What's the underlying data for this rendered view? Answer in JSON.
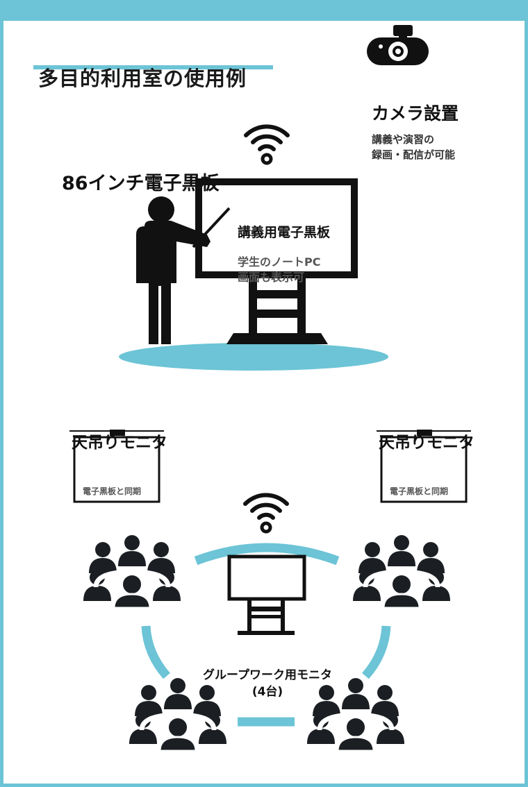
{
  "title": "多目的利用室の使用例",
  "camera": {
    "label": "カメラ設置",
    "description_line1": "講義や演習の",
    "description_line2": "録画・配信が可能"
  },
  "lecture_board": {
    "size_label": "86インチ電子黒板",
    "screen_title": "講義用電子黒板",
    "screen_line1": "学生のノートPC",
    "screen_line2": "画面も表示可"
  },
  "ceiling_monitors": [
    {
      "label": "天吊りモニタ",
      "screen_text": "電子黒板と同期"
    },
    {
      "label": "天吊りモニタ",
      "screen_text": "電子黒板と同期"
    }
  ],
  "group_monitor": {
    "label": "グループワーク用モニタ",
    "count": "(4台)"
  },
  "colors": {
    "accent": "#6cc4d6",
    "ink": "#111111"
  },
  "icons": [
    "camera-icon",
    "wifi-icon",
    "teacher-icon",
    "meeting-group-icon"
  ]
}
